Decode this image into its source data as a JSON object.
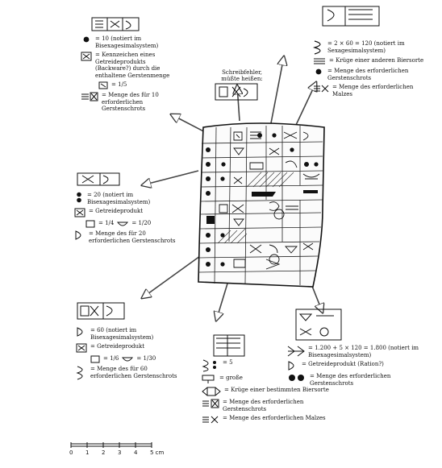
{
  "top_left": {
    "r1": "= 10 (notiert im Bisexagesimalsystem)",
    "r2": "= Kennzeichen eines Getreideprodukts (Backware?) durch die enthaltene Gerstenmenge",
    "r3": "= 1/5",
    "r4": "= Menge des für 10 erforderlichen Gerstenschrots"
  },
  "top_center": {
    "note": "Schreibfehler, müßte heißen:"
  },
  "top_right": {
    "r1": "= 2 × 60 = 120 (notiert im Sexagesimalsystem)",
    "r2": "= Krüge einer anderen Biersorte",
    "r3": "= Menge des erforderlichen Gerstenschrots",
    "r4": "= Menge des erforderlichen Malzes"
  },
  "mid_left": {
    "r1": "= 20 (notiert im Bisexagesimalsystem)",
    "r2": "= Getreideprodukt",
    "r3a": "= 1/4",
    "r3b": "= 1/20",
    "r4": "= Menge des für 20 erforderlichen Gerstenschrots"
  },
  "bottom_left": {
    "r1": "= 60 (notiert im Bisexagesimalsystem)",
    "r2": "= Getreideprodukt",
    "r3a": "= 1/6",
    "r3b": "= 1/30",
    "r4": "= Menge des für 60 erforderlichen Gerstenschrots"
  },
  "bottom_center": {
    "r1": "= 5",
    "r2": "= große",
    "r3": "= Krüge einer bestimmten Biersorte",
    "r4": "= Menge des erforderlichen Gerstenschrots",
    "r5": "= Menge des erforderlichen Malzes"
  },
  "bottom_right": {
    "r1": "= 1.200 + 5 × 120 = 1.800 (notiert im Bisexagesimalsystem)",
    "r2": "= Getreideprodukt (Ration?)",
    "r3": "= Menge des erforderlichen Gerstenschrots"
  },
  "scale": {
    "ticks": [
      "0",
      "1",
      "2",
      "3",
      "4",
      "5 cm"
    ]
  }
}
